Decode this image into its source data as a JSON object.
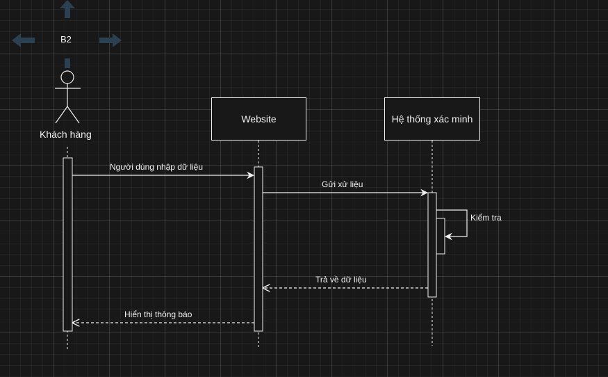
{
  "selection_label": "B2",
  "colors": {
    "background": "#181818",
    "stroke": "#f0f0f0",
    "handle": "#2b4152"
  },
  "participants": {
    "actor": {
      "label": "Khách hàng",
      "icon": "stick-figure-icon"
    },
    "website": {
      "label": "Website"
    },
    "verify": {
      "label": "Hệ thống xác minh"
    }
  },
  "messages": {
    "m1": {
      "label": "Người dùng nhập dữ liệu",
      "style": "solid"
    },
    "m2": {
      "label": "Gửi xử liệu",
      "style": "solid"
    },
    "m3": {
      "label": "Kiểm tra",
      "style": "solid"
    },
    "m4": {
      "label": "Trả về dữ liệu",
      "style": "dashed"
    },
    "m5": {
      "label": "Hiển thị thông báo",
      "style": "dashed"
    }
  },
  "handles": [
    "arrow-up-icon",
    "arrow-left-icon",
    "arrow-right-icon",
    "arrow-down-icon"
  ]
}
